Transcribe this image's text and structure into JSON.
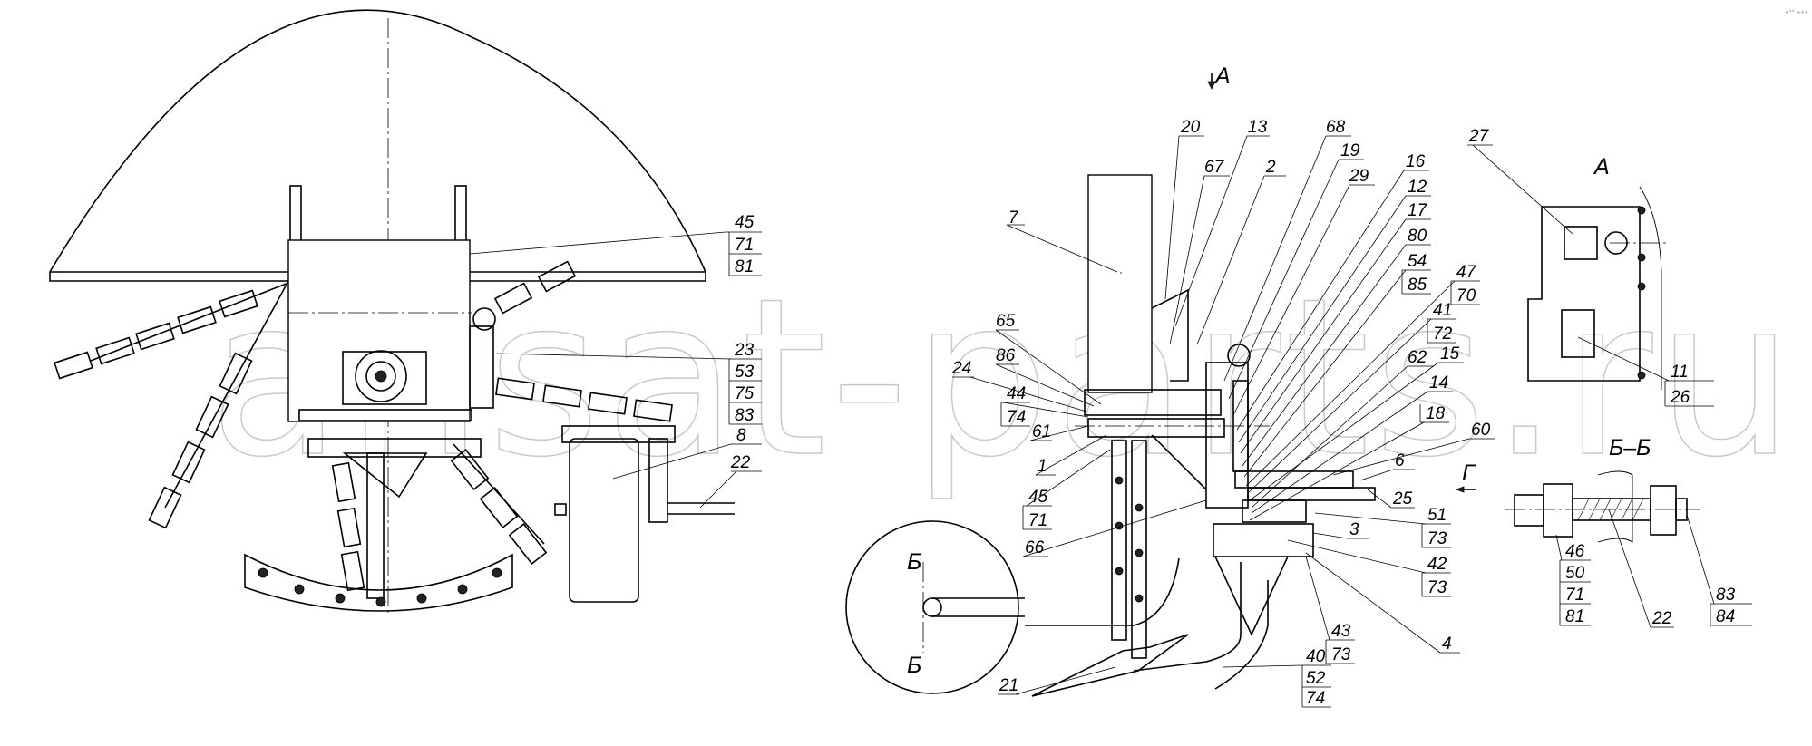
{
  "watermark": "ansat-parts.ru",
  "corner_mark": "•°° •••",
  "view_labels": {
    "arrow_a": "A",
    "view_a": "А",
    "section_bb": "Б–Б",
    "section_mark_top": "Б",
    "section_mark_bottom": "Б",
    "arrow_g": "Г"
  },
  "left_view_callouts": [
    {
      "id": "lv-45-71-81",
      "parts": [
        "45",
        "71",
        "81"
      ]
    },
    {
      "id": "lv-23-53-75-83",
      "parts": [
        "23",
        "53",
        "75",
        "83"
      ]
    },
    {
      "id": "lv-8",
      "parts": [
        "8"
      ]
    },
    {
      "id": "lv-22",
      "parts": [
        "22"
      ]
    }
  ],
  "center_view_callouts": [
    {
      "id": "c7",
      "parts": [
        "7"
      ]
    },
    {
      "id": "c20",
      "parts": [
        "20"
      ]
    },
    {
      "id": "c13",
      "parts": [
        "13"
      ]
    },
    {
      "id": "c67",
      "parts": [
        "67"
      ]
    },
    {
      "id": "c2",
      "parts": [
        "2"
      ]
    },
    {
      "id": "c68",
      "parts": [
        "68"
      ]
    },
    {
      "id": "c19",
      "parts": [
        "19"
      ]
    },
    {
      "id": "c29",
      "parts": [
        "29"
      ]
    },
    {
      "id": "c16",
      "parts": [
        "16"
      ]
    },
    {
      "id": "c12",
      "parts": [
        "12"
      ]
    },
    {
      "id": "c17",
      "parts": [
        "17"
      ]
    },
    {
      "id": "c80",
      "parts": [
        "80"
      ]
    },
    {
      "id": "c54-85",
      "parts": [
        "54",
        "85"
      ]
    },
    {
      "id": "c47-70",
      "parts": [
        "47",
        "70"
      ]
    },
    {
      "id": "c41-72",
      "parts": [
        "41",
        "72"
      ]
    },
    {
      "id": "c15",
      "parts": [
        "15"
      ]
    },
    {
      "id": "c62",
      "parts": [
        "62"
      ]
    },
    {
      "id": "c14",
      "parts": [
        "14"
      ]
    },
    {
      "id": "c18",
      "parts": [
        "18"
      ]
    },
    {
      "id": "c60",
      "parts": [
        "60"
      ]
    },
    {
      "id": "c6",
      "parts": [
        "6"
      ]
    },
    {
      "id": "c25",
      "parts": [
        "25"
      ]
    },
    {
      "id": "c51-73",
      "parts": [
        "51",
        "73"
      ]
    },
    {
      "id": "c3",
      "parts": [
        "3"
      ]
    },
    {
      "id": "c42-73",
      "parts": [
        "42",
        "73"
      ]
    },
    {
      "id": "c4",
      "parts": [
        "4"
      ]
    },
    {
      "id": "c43-73",
      "parts": [
        "43",
        "73"
      ]
    },
    {
      "id": "c40-52-74",
      "parts": [
        "40",
        "52",
        "74"
      ]
    },
    {
      "id": "c21",
      "parts": [
        "21"
      ]
    },
    {
      "id": "c66",
      "parts": [
        "66"
      ]
    },
    {
      "id": "c45-71",
      "parts": [
        "45",
        "71"
      ]
    },
    {
      "id": "c1",
      "parts": [
        "1"
      ]
    },
    {
      "id": "c61",
      "parts": [
        "61"
      ]
    },
    {
      "id": "c44-74",
      "parts": [
        "44",
        "74"
      ]
    },
    {
      "id": "c24",
      "parts": [
        "24"
      ]
    },
    {
      "id": "c86",
      "parts": [
        "86"
      ]
    },
    {
      "id": "c65",
      "parts": [
        "65"
      ]
    }
  ],
  "view_a_callouts": [
    {
      "id": "a27",
      "parts": [
        "27"
      ]
    },
    {
      "id": "a11-26",
      "parts": [
        "11",
        "26"
      ]
    }
  ],
  "section_callouts": [
    {
      "id": "s46-50-71-81",
      "parts": [
        "46",
        "50",
        "71",
        "81"
      ]
    },
    {
      "id": "s22",
      "parts": [
        "22"
      ]
    },
    {
      "id": "s83-84",
      "parts": [
        "83",
        "84"
      ]
    }
  ]
}
